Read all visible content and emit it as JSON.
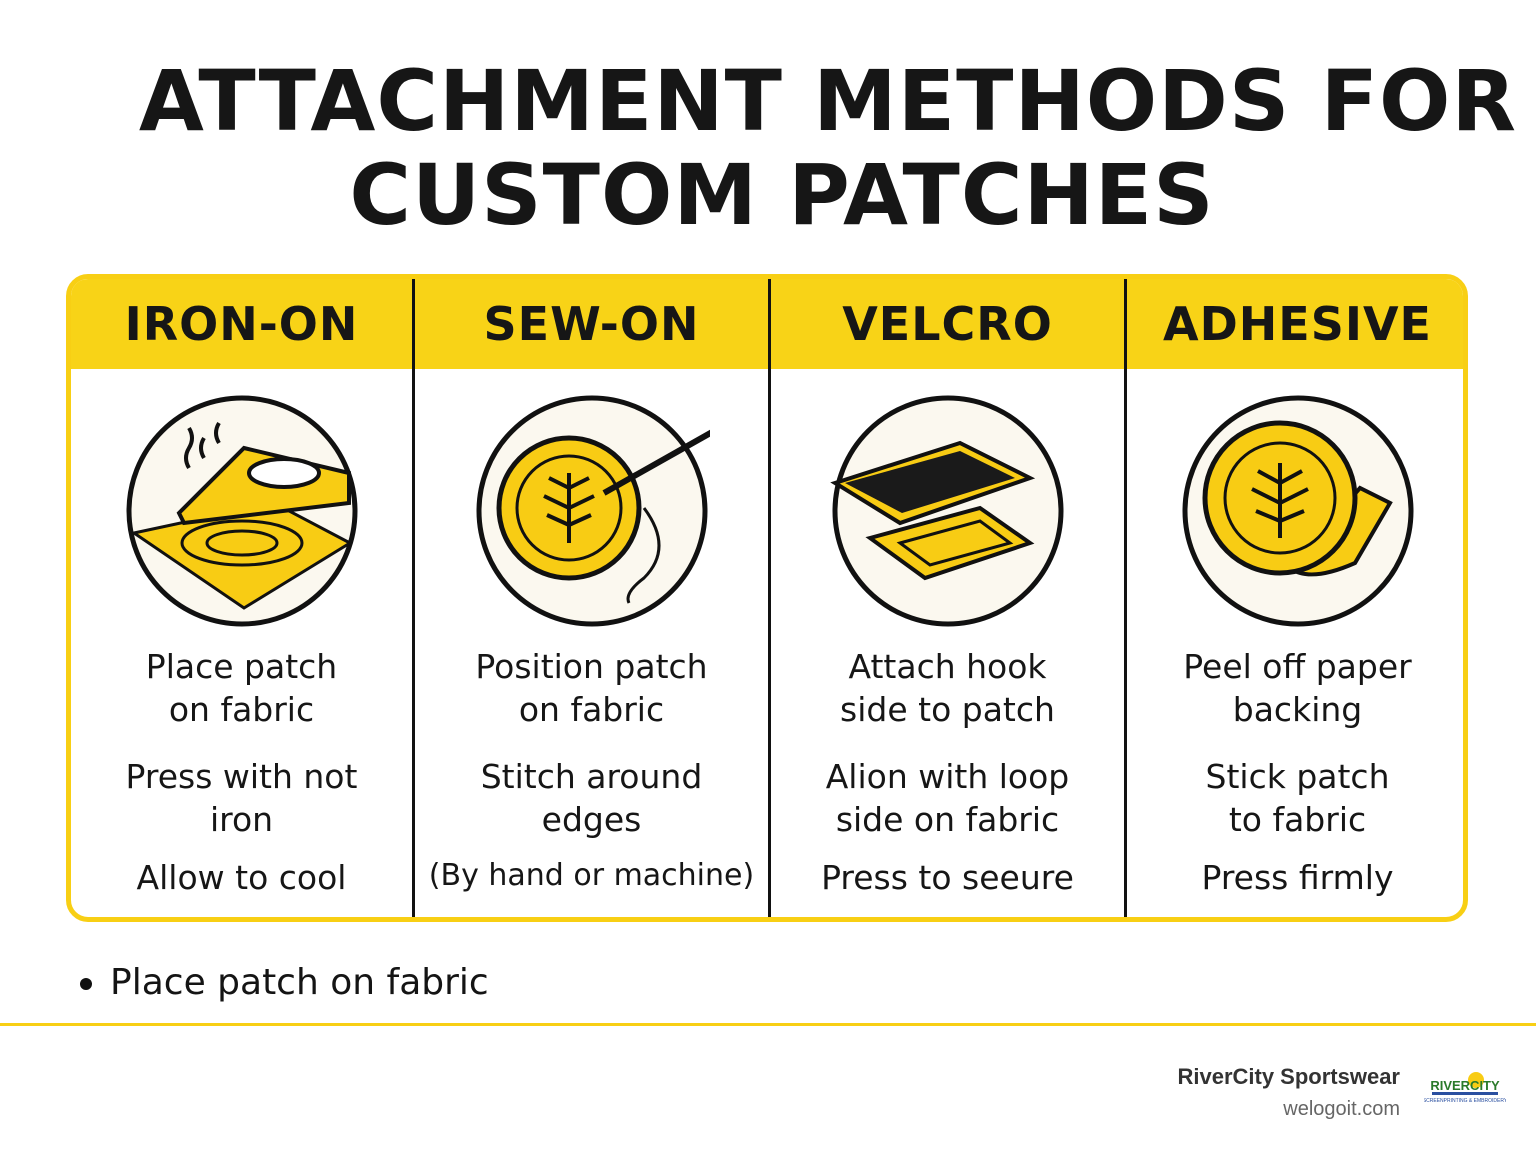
{
  "title": {
    "line1": "ATTACHMENT METHODS FOR",
    "line2": "CUSTOM PATCHES"
  },
  "methods": [
    {
      "name": "IRON-ON",
      "icon": "iron-icon",
      "lines": [
        "Place patch",
        "on fabric",
        "Press with not",
        "iron",
        "Allow to cool"
      ]
    },
    {
      "name": "SEW-ON",
      "icon": "needle-patch-icon",
      "lines": [
        "Position patch",
        "on fabric",
        "Stitch around",
        "edges",
        "(By hand or machine)"
      ]
    },
    {
      "name": "VELCRO",
      "icon": "velcro-icon",
      "lines": [
        "Attach hook",
        "side to patch",
        "Alion with loop",
        "side on fabric",
        "Press to seeure"
      ]
    },
    {
      "name": "ADHESIVE",
      "icon": "adhesive-patch-icon",
      "lines": [
        "Peel off paper",
        "backing",
        "Stick patch",
        "to fabric",
        "Press firmly"
      ]
    }
  ],
  "bullet": "Place patch on fabric",
  "footer": {
    "brand": "RiverCity Sportswear",
    "url": "welogoit.com",
    "logo_text": "RIVERCITY SCREENPRINTING & EMBROIDERY"
  },
  "colors": {
    "accent": "#f8d317",
    "ink": "#161616"
  }
}
